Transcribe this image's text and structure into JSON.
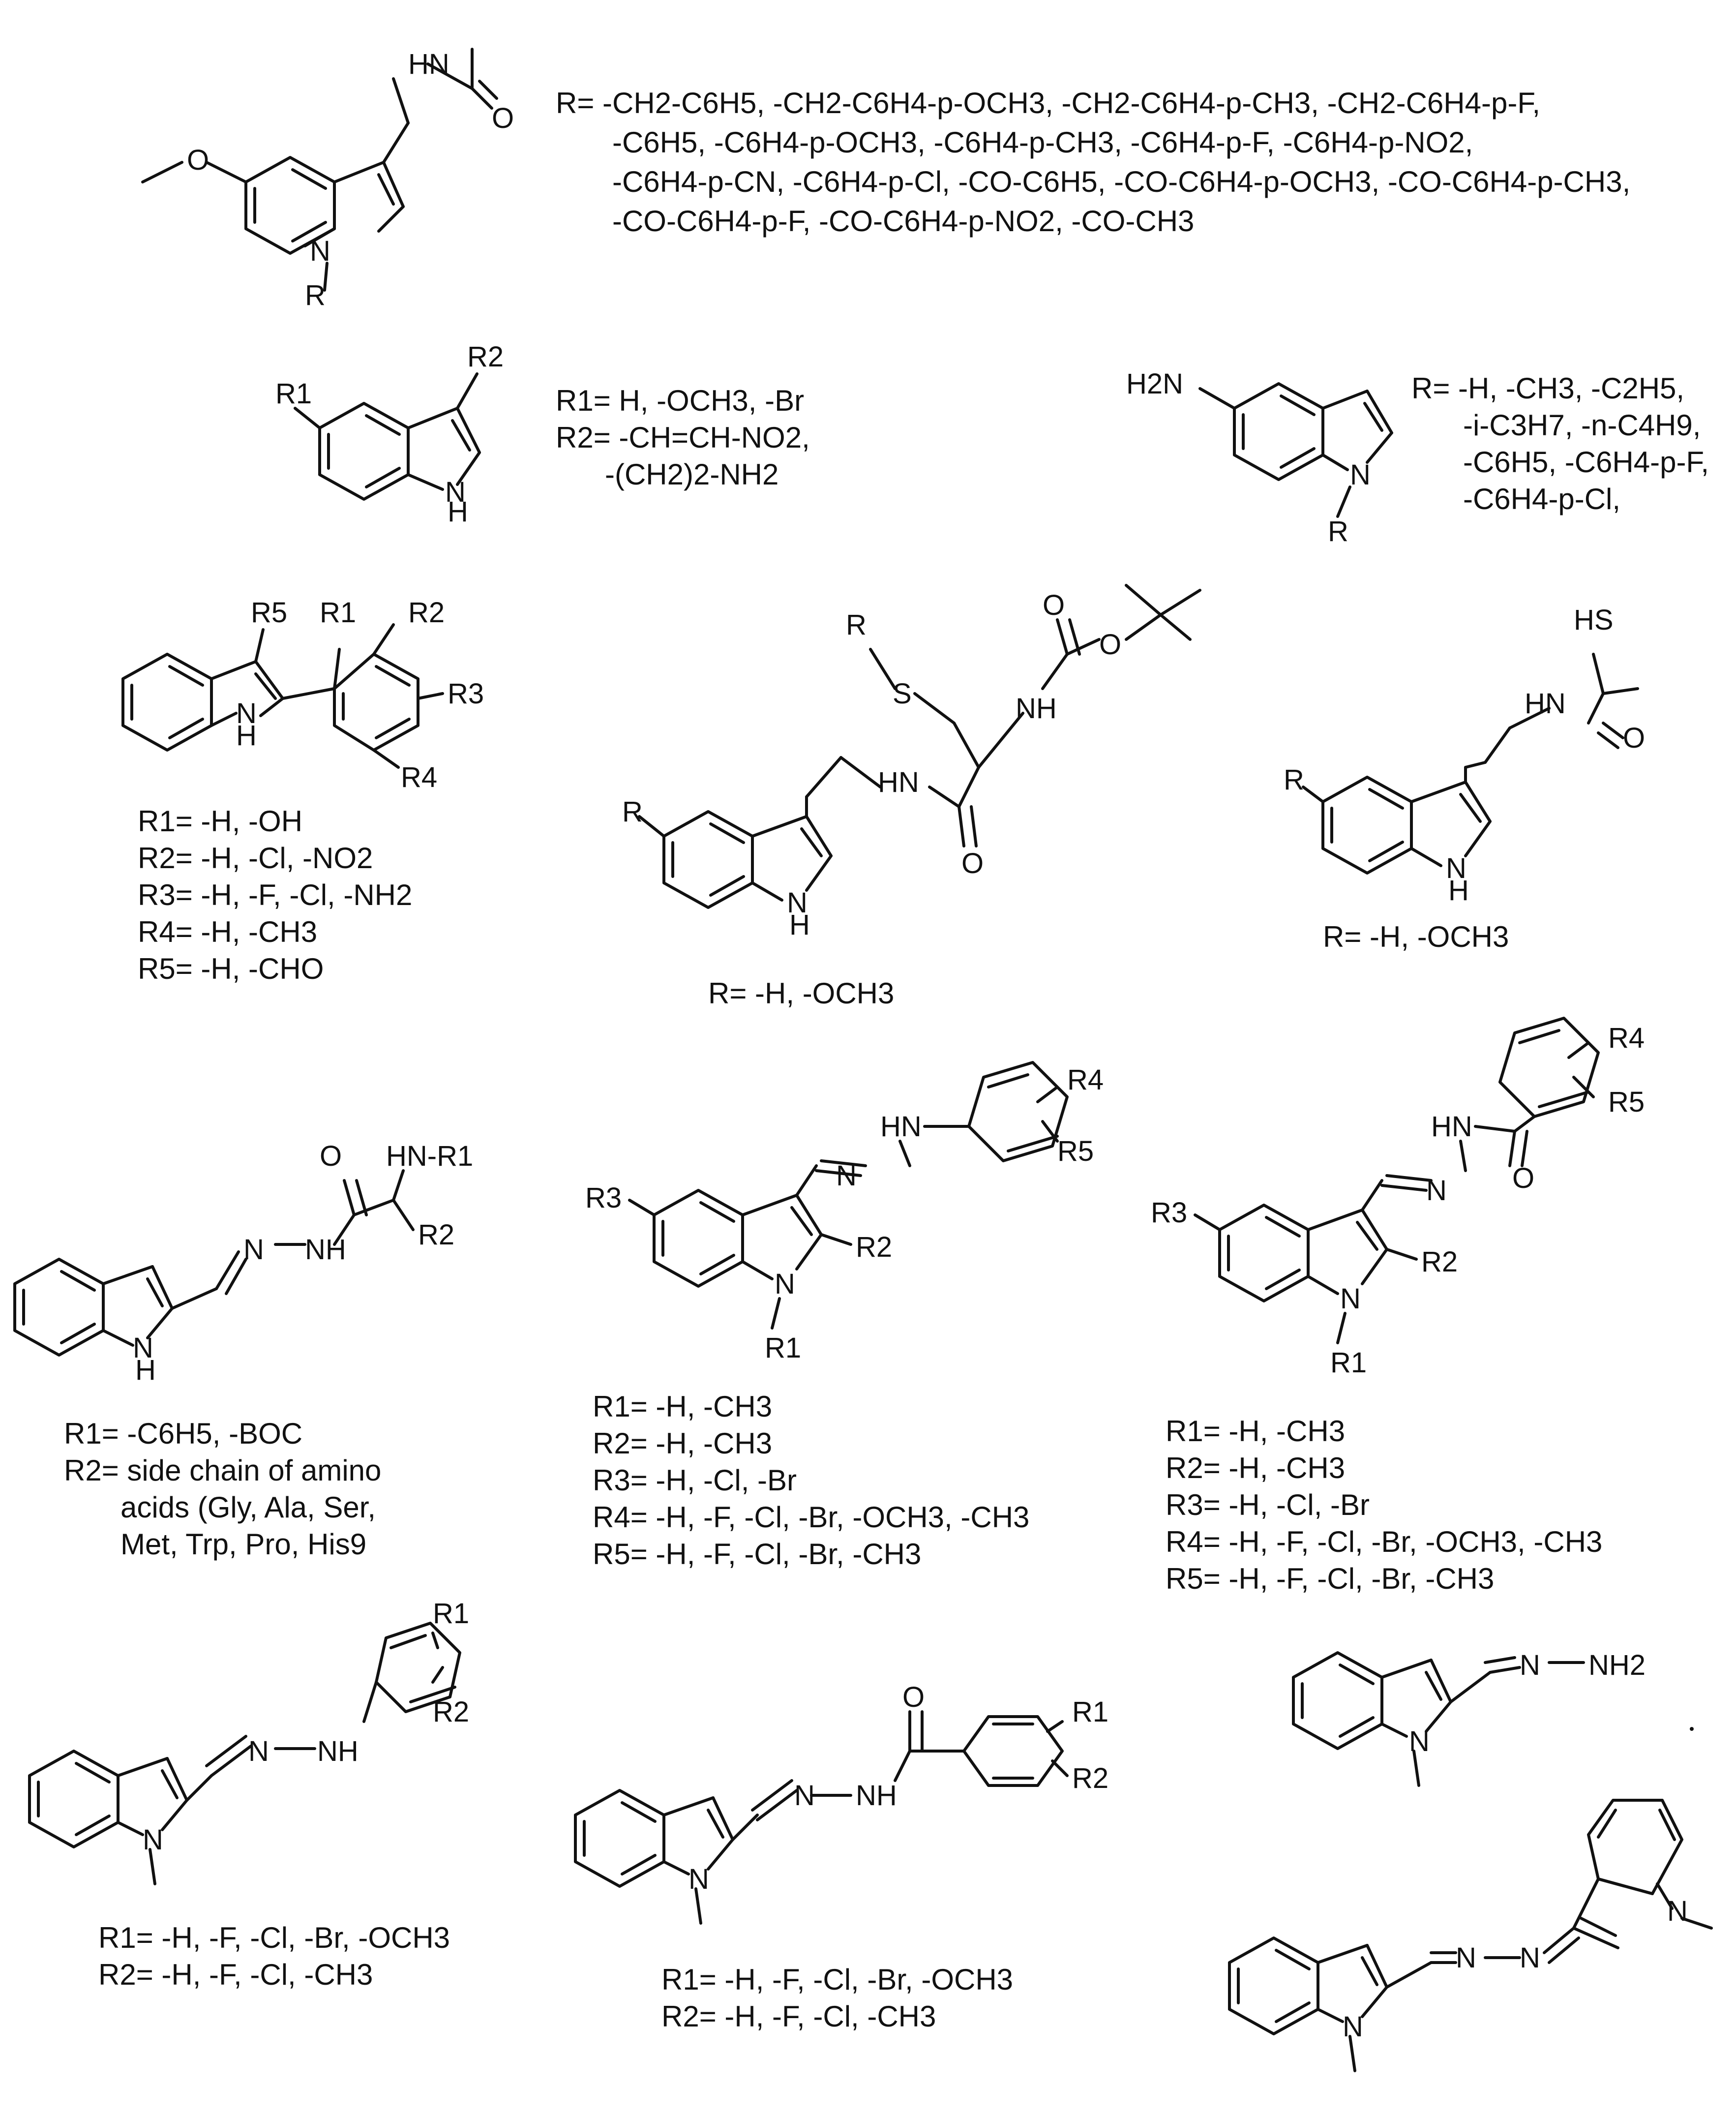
{
  "structures": [
    {
      "id": "s1",
      "atoms": [
        "HN",
        "O",
        "O",
        "N",
        "R"
      ],
      "caption": [
        "R= -CH2-C6H5, -CH2-C6H4-p-OCH3,  -CH2-C6H4-p-CH3, -CH2-C6H4-p-F,",
        "-C6H5,      -C6H4-p-OCH3, -C6H4-p-CH3, -C6H4-p-F, -C6H4-p-NO2,",
        "-C6H4-p-CN, -C6H4-p-Cl, -CO-C6H5, -CO-C6H4-p-OCH3, -CO-C6H4-p-CH3,",
        "-CO-C6H4-p-F, -CO-C6H4-p-NO2, -CO-CH3"
      ]
    },
    {
      "id": "s2",
      "atoms": [
        "R1",
        "R2",
        "N",
        "H"
      ],
      "caption": [
        "R1= H, -OCH3, -Br",
        "R2= -CH=CH-NO2,",
        "-(CH2)2-NH2"
      ]
    },
    {
      "id": "s3",
      "atoms": [
        "H2N",
        "N",
        "R"
      ],
      "caption": [
        "R= -H, -CH3, -C2H5,",
        "-i-C3H7, -n-C4H9,",
        "-C6H5, -C6H4-p-F,",
        "-C6H4-p-Cl,"
      ]
    },
    {
      "id": "s4",
      "atoms": [
        "R5",
        "R1",
        "R2",
        "R3",
        "R4",
        "N",
        "H"
      ],
      "caption": [
        "R1= -H, -OH",
        "R2= -H, -Cl, -NO2",
        "R3= -H, -F, -Cl, -NH2",
        "R4= -H, -CH3",
        "R5= -H, -CHO"
      ]
    },
    {
      "id": "s5",
      "atoms": [
        "R",
        "S",
        "O",
        "O",
        "NH",
        "HN",
        "O",
        "R",
        "N",
        "H"
      ],
      "caption": [
        "R= -H, -OCH3"
      ]
    },
    {
      "id": "s6",
      "atoms": [
        "HS",
        "HN",
        "O",
        "R",
        "N",
        "H"
      ],
      "caption": [
        "R= -H, -OCH3"
      ]
    },
    {
      "id": "s7",
      "atoms": [
        "O",
        "HN-R1",
        "N",
        "NH",
        "R2",
        "N",
        "H"
      ],
      "caption": [
        "R1= -C6H5, -BOC",
        "R2= side chain of amino",
        "acids (Gly, Ala, Ser,",
        "Met, Trp, Pro, His9"
      ]
    },
    {
      "id": "s8",
      "atoms": [
        "HN",
        "R4",
        "R5",
        "N",
        "R3",
        "R2",
        "N",
        "R1"
      ],
      "caption": [
        "R1= -H, -CH3",
        "R2= -H, -CH3",
        "R3= -H, -Cl, -Br",
        "R4= -H, -F, -Cl, -Br, -OCH3, -CH3",
        "R5= -H, -F, -Cl, -Br, -CH3"
      ]
    },
    {
      "id": "s9",
      "atoms": [
        "R4",
        "R5",
        "HN",
        "O",
        "N",
        "R3",
        "R2",
        "N",
        "R1"
      ],
      "caption": [
        "R1= -H, -CH3",
        "R2= -H, -CH3",
        "R3= -H, -Cl, -Br",
        "R4= -H, -F, -Cl, -Br, -OCH3, -CH3",
        "R5= -H, -F, -Cl, -Br, -CH3"
      ]
    },
    {
      "id": "s10",
      "atoms": [
        "R1",
        "R2",
        "N",
        "NH",
        "N"
      ],
      "caption": [
        "R1= -H, -F, -Cl, -Br, -OCH3",
        "R2= -H, -F, -Cl, -CH3"
      ]
    },
    {
      "id": "s11",
      "atoms": [
        "O",
        "R1",
        "R2",
        "N",
        "NH",
        "N"
      ],
      "caption": [
        "R1= -H, -F, -Cl, -Br, -OCH3",
        "R2= -H, -F, -Cl, -CH3"
      ]
    },
    {
      "id": "s12",
      "atoms": [
        "N",
        "NH2",
        "N"
      ],
      "caption": []
    },
    {
      "id": "s13",
      "atoms": [
        "N",
        "N",
        "N",
        "N"
      ],
      "caption": []
    }
  ]
}
